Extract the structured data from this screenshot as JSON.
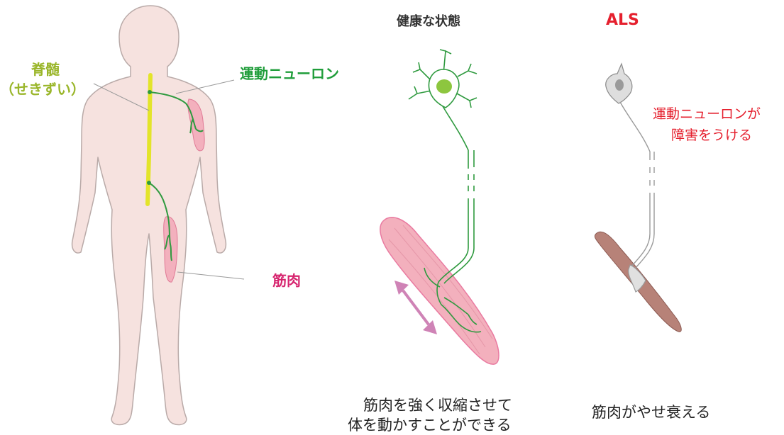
{
  "labels": {
    "spinal_cord": "脊髄",
    "spinal_cord_reading": "（せきずい）",
    "motor_neuron": "運動ニューロン",
    "muscle": "筋肉"
  },
  "healthy": {
    "heading": "健康な状態",
    "caption_line1": "筋肉を強く収縮させて",
    "caption_line2": "体を動かすことができる"
  },
  "als": {
    "heading": "ALS",
    "note_line1": "運動ニューロンが",
    "note_line2": "障害をうける",
    "caption": "筋肉がやせ衰える"
  },
  "colors": {
    "spinal_cord_label": "#9ab62a",
    "motor_neuron_label": "#1f9d3a",
    "muscle_label": "#d6246e",
    "als_red": "#e5202e",
    "heading_dark": "#333333",
    "body_fill": "#f6e2df",
    "spinal_cord": "#e3e42a",
    "neuron_green": "#2f9a3f",
    "muscle_pink": "#f3b0bd",
    "als_muscle": "#b78278",
    "arrow": "#cf83b6"
  }
}
